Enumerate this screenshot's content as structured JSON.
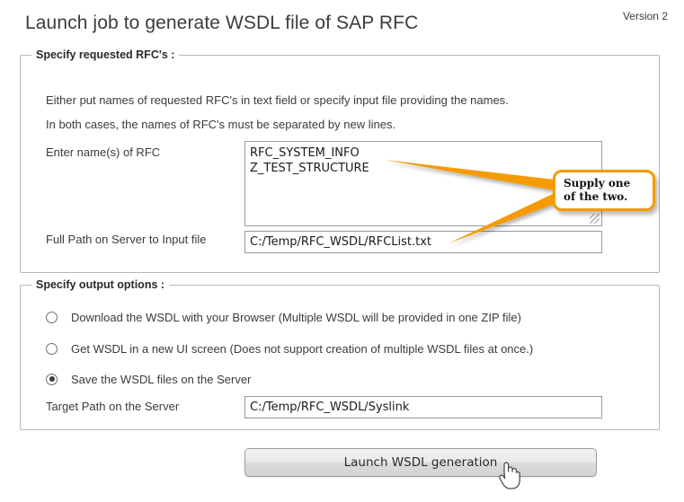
{
  "header": {
    "title": "Launch job to generate WSDL file of SAP RFC",
    "version": "Version 2"
  },
  "rfc_section": {
    "legend": "Specify requested RFC's :",
    "info_line_1": "Either put names of requested RFC's in text field or specify input file providing the names.",
    "info_line_2": "In both cases, the names of RFC's must be separated by new lines.",
    "rfc_names_label": "Enter name(s) of RFC",
    "rfc_names_value": "RFC_SYSTEM_INFO\nZ_TEST_STRUCTURE",
    "rfc_names_placeholder": "",
    "input_file_label": "Full Path on Server to Input file",
    "input_file_value": "C:/Temp/RFC_WSDL/RFCList.txt",
    "input_file_placeholder": ""
  },
  "output_section": {
    "legend": "Specify output options :",
    "options": [
      {
        "label": "Download the WSDL with your Browser (Multiple WSDL will be provided in one ZIP file)",
        "selected": false
      },
      {
        "label": "Get WSDL in a new UI screen (Does not support creation of multiple WSDL files at once.)",
        "selected": false
      },
      {
        "label": "Save the WSDL files on the Server",
        "selected": true
      }
    ],
    "target_path_label": "Target Path on the Server",
    "target_path_value": "C:/Temp/RFC_WSDL/Syslink",
    "target_path_placeholder": ""
  },
  "actions": {
    "launch_label": "Launch WSDL generation"
  },
  "annotation": {
    "text": "Supply one\nof the two.",
    "color": "#f59b00"
  },
  "colors": {
    "accent": "#f59b00",
    "border": "#b6b6b6",
    "field_border": "#9a9a9a",
    "text": "#3b3b3b"
  },
  "cursor": {
    "icon": "hand-pointer-cursor"
  }
}
